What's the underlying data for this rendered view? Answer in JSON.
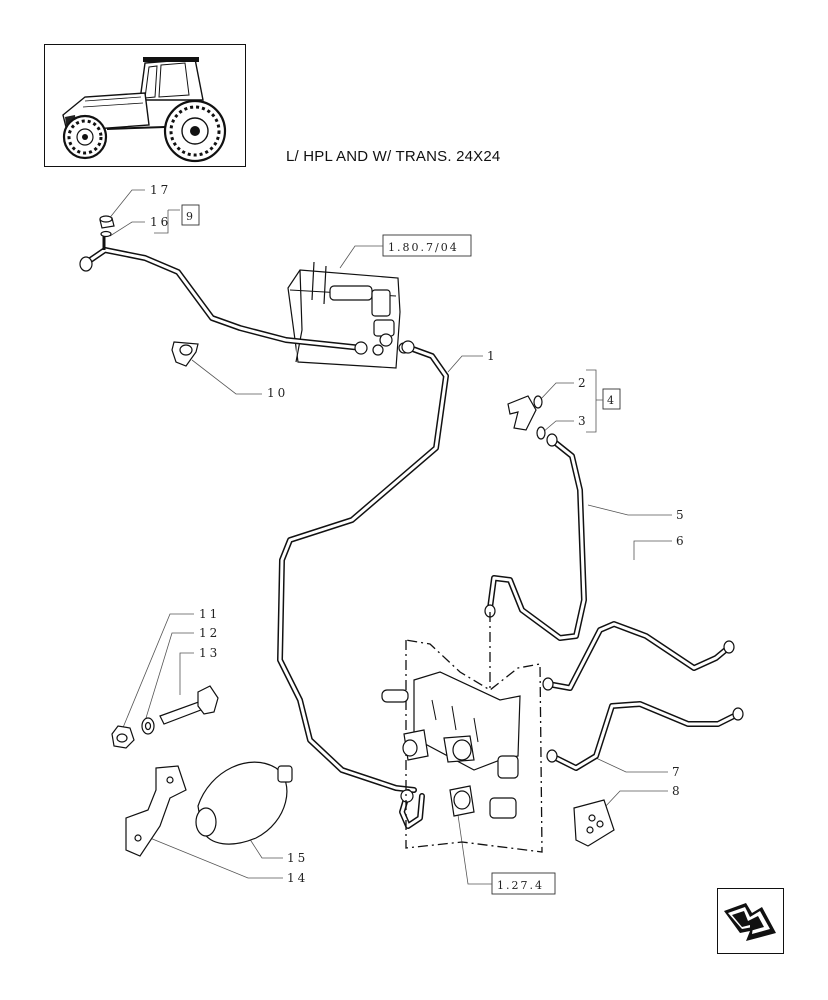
{
  "title": "L/ HPL AND W/ TRANS. 24X24",
  "thumbnail": {
    "icon": "tractor-icon"
  },
  "nav": {
    "icon": "next-page-arrow-icon"
  },
  "callouts": {
    "c1": "1",
    "c2": "2",
    "c3": "3",
    "c5": "5",
    "c6": "6",
    "c7": "7",
    "c8": "8",
    "c10": "10",
    "c11": "11",
    "c12": "12",
    "c13": "13",
    "c14": "14",
    "c15": "15",
    "c16": "16",
    "c17": "17"
  },
  "refs": {
    "r9": "9",
    "r4": "4",
    "r18074": "1.80.7/04",
    "r1274": "1.27.4"
  }
}
